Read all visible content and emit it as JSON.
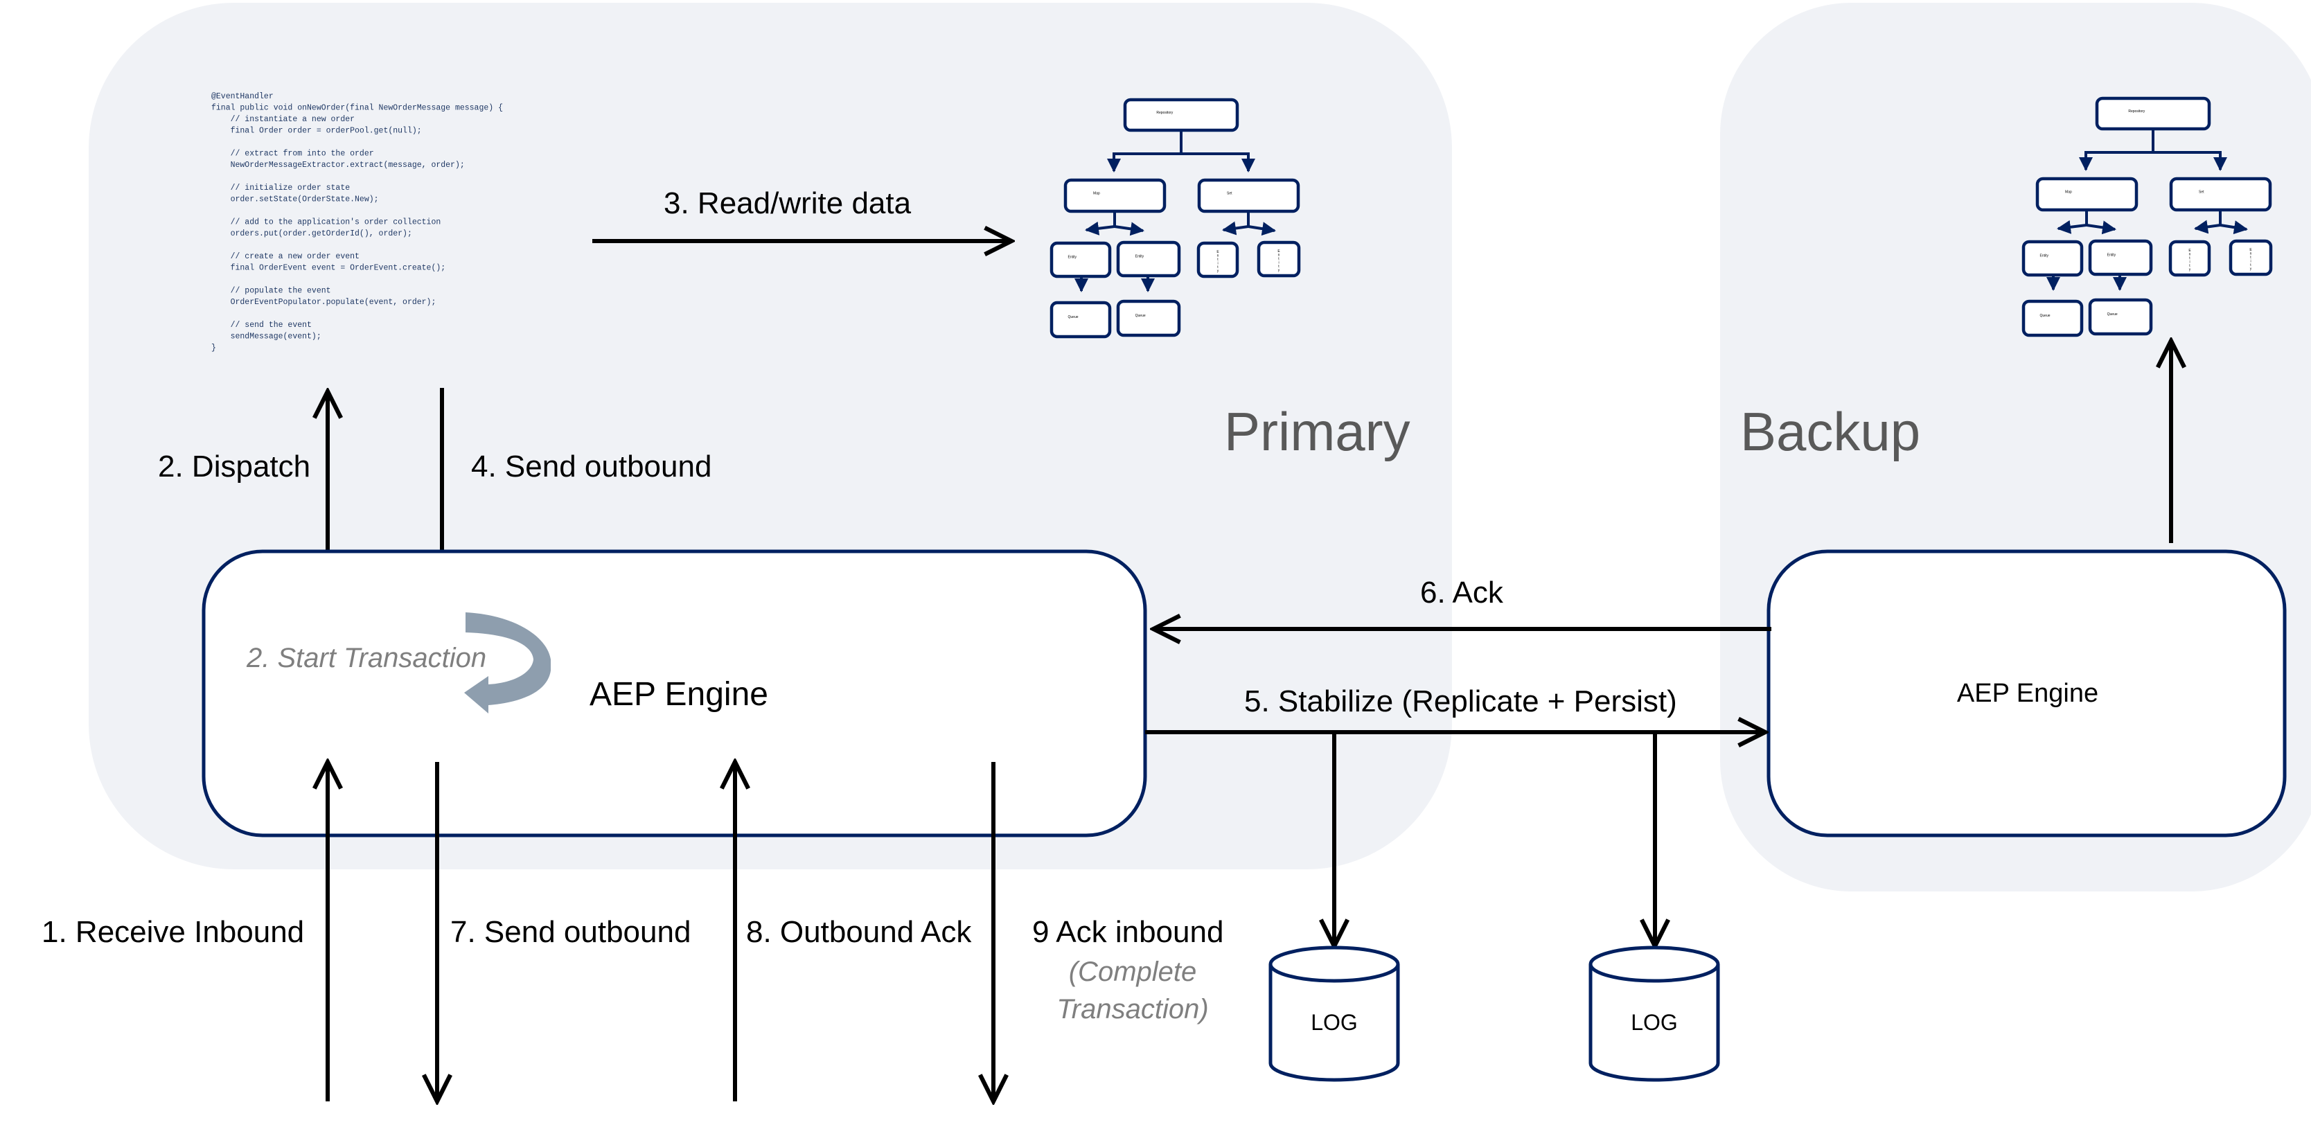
{
  "regions": {
    "primary": {
      "title": "Primary"
    },
    "backup": {
      "title": "Backup"
    }
  },
  "code": {
    "lines": [
      "@EventHandler",
      "final public void onNewOrder(final NewOrderMessage message) {",
      "    // instantiate a new order",
      "    final Order order = orderPool.get(null);",
      "",
      "    // extract from into the order",
      "    NewOrderMessageExtractor.extract(message, order);",
      "",
      "    // initialize order state",
      "    order.setState(OrderState.New);",
      "",
      "    // add to the application's order collection",
      "    orders.put(order.getOrderId(), order);",
      "",
      "    // create a new order event",
      "    final OrderEvent event = OrderEvent.create();",
      "",
      "    // populate the event",
      "    OrderEventPopulator.populate(event, order);",
      "",
      "    // send the event",
      "    sendMessage(event);",
      "}"
    ]
  },
  "tree": {
    "root": "Repository",
    "map": "Map",
    "set": "Set",
    "entity_a": "Entity",
    "entity_b": "Entity",
    "queue_a": "Queue",
    "queue_b": "Queue",
    "set_entity_a": "Entity",
    "set_entity_b": "Entity"
  },
  "steps": {
    "s1": "1. Receive Inbound",
    "s2_dispatch": "2. Dispatch",
    "s2_start": "2. Start Transaction",
    "s3": "3. Read/write data",
    "s4": "4. Send outbound",
    "s5": "5. Stabilize (Replicate + Persist)",
    "s6": "6. Ack",
    "s7": "7. Send outbound",
    "s8": "8. Outbound Ack",
    "s9": "9 Ack inbound",
    "s9_note_1": "(Complete",
    "s9_note_2": "Transaction)"
  },
  "engines": {
    "primary": "AEP Engine",
    "backup": "AEP Engine"
  },
  "logs": {
    "log1": "LOG",
    "log2": "LOG"
  },
  "colors": {
    "region_bg": "#f0f2f6",
    "navy": "#002060",
    "gray_text": "#7f7f7f",
    "curved_arrow": "#8e9eae"
  }
}
